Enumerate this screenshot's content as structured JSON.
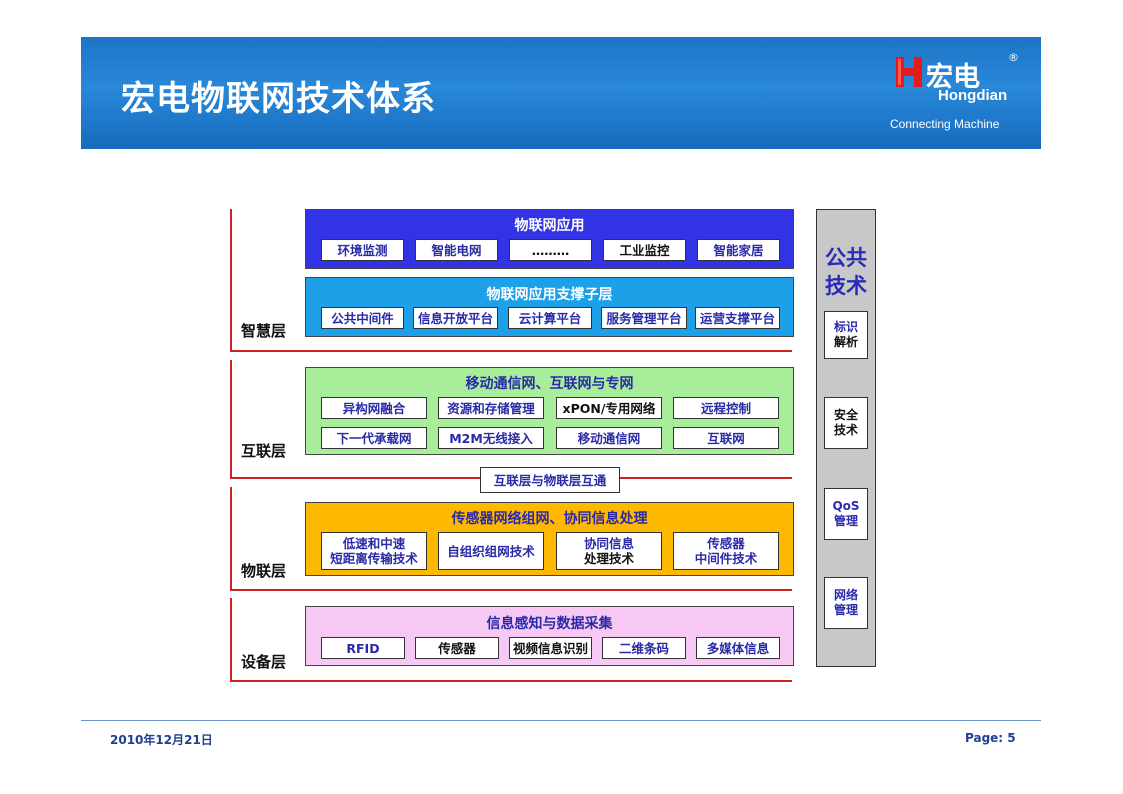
{
  "header": {
    "title": "宏电物联网技术体系",
    "logo_name": "宏电",
    "logo_en": "Hongdian",
    "logo_reg": "®",
    "logo_tagline": "Connecting Machine"
  },
  "layers": {
    "smart": "智慧层",
    "internet": "互联层",
    "iot": "物联层",
    "device": "设备层"
  },
  "application": {
    "title": "物联网应用",
    "items": [
      "环境监测",
      "智能电网",
      "………",
      "工业监控",
      "智能家居"
    ]
  },
  "support": {
    "title": "物联网应用支撑子层",
    "items": [
      "公共中间件",
      "信息开放平台",
      "云计算平台",
      "服务管理平台",
      "运营支撑平台"
    ]
  },
  "network": {
    "title": "移动通信网、互联网与专网",
    "row1": [
      "异构网融合",
      "资源和存储管理",
      "xPON/专用网络",
      "远程控制"
    ],
    "row2": [
      "下一代承载网",
      "M2M无线接入",
      "移动通信网",
      "互联网"
    ]
  },
  "bridge": "互联层与物联层互通",
  "sensor_network": {
    "title": "传感器网络组网、协同信息处理",
    "items": [
      {
        "line1": "低速和中速",
        "line2": "短距离传输技术"
      },
      {
        "line1": "自组织组网技术",
        "line2": ""
      },
      {
        "line1": "协同信息",
        "line2": "处理技术"
      },
      {
        "line1": "传感器",
        "line2": "中间件技术"
      }
    ]
  },
  "perception": {
    "title": "信息感知与数据采集",
    "items": [
      "RFID",
      "传感器",
      "视频信息识别",
      "二维条码",
      "多媒体信息"
    ]
  },
  "common": {
    "title_line1": "公共",
    "title_line2": "技术",
    "items": [
      {
        "line1": "标识",
        "line2": "解析"
      },
      {
        "line1": "安全",
        "line2": "技术"
      },
      {
        "line1": "QoS",
        "line2": "管理"
      },
      {
        "line1": "网络",
        "line2": "管理"
      }
    ]
  },
  "footer": {
    "date": "2010年12月21日",
    "page": "Page: 5"
  },
  "colors": {
    "header_blue": "#1d74c6",
    "app_panel": "#3333e6",
    "support_panel": "#1ea0e8",
    "network_panel": "#a8ee9a",
    "sensor_panel": "#ffb800",
    "perception_panel": "#f8c8f4",
    "common_panel": "#c8c8c8",
    "layer_line": "#d02020",
    "box_text": "#2a2aa8"
  }
}
